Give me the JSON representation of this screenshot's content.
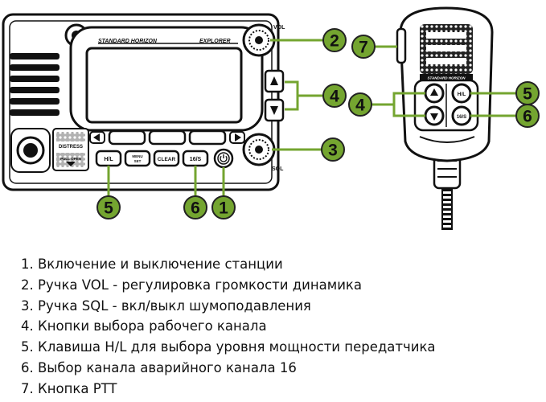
{
  "radio": {
    "brand": "STANDARD HORIZON",
    "model": "EXPLORER",
    "vol_label": "VOL",
    "sql_label": "SQL",
    "distress_label": "DISTRESS",
    "distress_sub": "PULL OPEN",
    "hl_label": "H/L",
    "menu_label1": "MENU",
    "menu_label2": "SET",
    "clear_label": "CLEAR",
    "ch16_label": "16/S"
  },
  "mic": {
    "brand": "STANDARD HORIZON",
    "hl_label": "H/L",
    "ch16_label": "16/S"
  },
  "callouts": {
    "c1": "1",
    "c2": "2",
    "c3": "3",
    "c4a": "4",
    "c4b": "4",
    "c5a": "5",
    "c5b": "5",
    "c6a": "6",
    "c6b": "6",
    "c7": "7"
  },
  "colors": {
    "badge_fill": "#74a530",
    "line": "#74a530",
    "badge_border": "#222222"
  },
  "legend": [
    "1. Включение и выключение станции",
    "2. Ручка VOL - регулировка громкости динамика",
    "3. Ручка SQL - вкл/выкл шумоподавления",
    "4. Кнопки выбора рабочего канала",
    "5. Клавиша H/L для выбора уровня мощности передатчика",
    "6. Выбор канала аварийного канала 16",
    "7. Кнопка PTT"
  ]
}
